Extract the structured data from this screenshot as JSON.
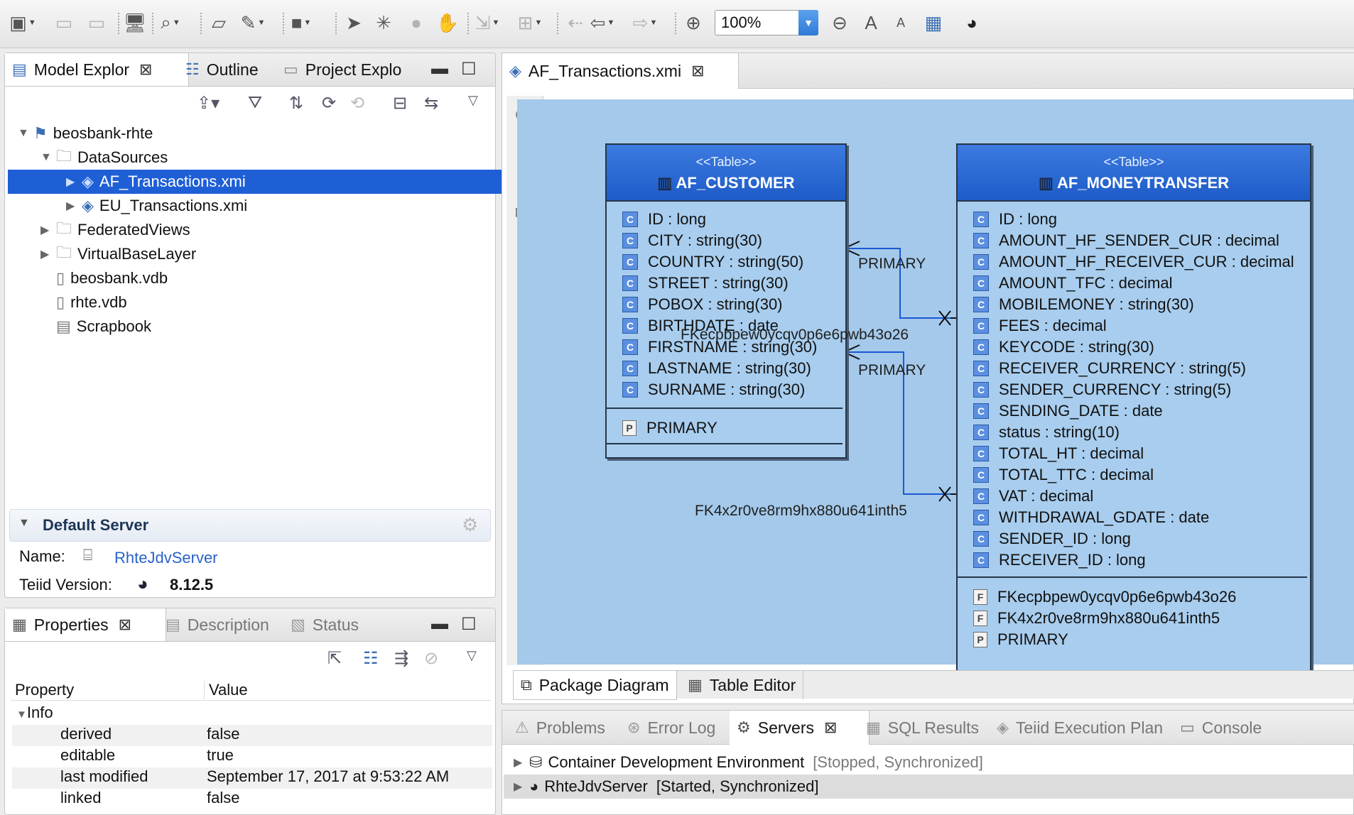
{
  "toolbar": {
    "zoom": "100%"
  },
  "model_explorer": {
    "tabs": [
      "Model Explor",
      "Outline",
      "Project Explo"
    ],
    "tree": [
      {
        "label": "beosbank-rhte",
        "level": 0,
        "expanded": true
      },
      {
        "label": "DataSources",
        "level": 1,
        "expanded": true
      },
      {
        "label": "AF_Transactions.xmi",
        "level": 2,
        "selected": true
      },
      {
        "label": "EU_Transactions.xmi",
        "level": 2
      },
      {
        "label": "FederatedViews",
        "level": 1
      },
      {
        "label": "VirtualBaseLayer",
        "level": 1
      },
      {
        "label": "beosbank.vdb",
        "level": 1
      },
      {
        "label": "rhte.vdb",
        "level": 1
      },
      {
        "label": "Scrapbook",
        "level": 1
      }
    ],
    "server": {
      "title": "Default Server",
      "name_label": "Name:",
      "name_value": "RhteJdvServer",
      "version_label": "Teiid Version:",
      "version_value": "8.12.5"
    }
  },
  "properties_panel": {
    "tabs": [
      "Properties",
      "Description",
      "Status"
    ],
    "headers": [
      "Property",
      "Value"
    ],
    "group": "Info",
    "rows": [
      {
        "name": "derived",
        "value": "false"
      },
      {
        "name": "editable",
        "value": "true"
      },
      {
        "name": "last modified",
        "value": "September 17, 2017 at 9:53:22 AM"
      },
      {
        "name": "linked",
        "value": "false"
      }
    ]
  },
  "editor": {
    "tab": "AF_Transactions.xmi",
    "bottom_tabs": [
      "Package Diagram",
      "Table Editor"
    ],
    "tables": {
      "customer": {
        "stereotype": "<<Table>>",
        "name": "AF_CUSTOMER",
        "columns": [
          "ID : long",
          "CITY : string(30)",
          "COUNTRY : string(50)",
          "STREET : string(30)",
          "POBOX : string(30)",
          "BIRTHDATE : date",
          "FIRSTNAME : string(30)",
          "LASTNAME : string(30)",
          "SURNAME : string(30)"
        ],
        "keys": [
          {
            "type": "P",
            "name": "PRIMARY"
          }
        ]
      },
      "moneytransfer": {
        "stereotype": "<<Table>>",
        "name": "AF_MONEYTRANSFER",
        "columns": [
          "ID : long",
          "AMOUNT_HF_SENDER_CUR : decimal",
          "AMOUNT_HF_RECEIVER_CUR : decimal",
          "AMOUNT_TFC : decimal",
          "MOBILEMONEY : string(30)",
          "FEES : decimal",
          "KEYCODE : string(30)",
          "RECEIVER_CURRENCY : string(5)",
          "SENDER_CURRENCY : string(5)",
          "SENDING_DATE : date",
          "status : string(10)",
          "TOTAL_HT : decimal",
          "TOTAL_TTC : decimal",
          "VAT : decimal",
          "WITHDRAWAL_GDATE : date",
          "SENDER_ID : long",
          "RECEIVER_ID : long"
        ],
        "keys": [
          {
            "type": "F",
            "name": "FKecpbpew0ycqv0p6e6pwb43o26"
          },
          {
            "type": "F",
            "name": "FK4x2r0ve8rm9hx880u641inth5"
          },
          {
            "type": "P",
            "name": "PRIMARY"
          }
        ]
      }
    },
    "relations": [
      {
        "target_label": "PRIMARY",
        "fk_label": "FKecpbpew0ycqv0p6e6pwb43o26"
      },
      {
        "target_label": "PRIMARY",
        "fk_label": "FK4x2r0ve8rm9hx880u641inth5"
      }
    ]
  },
  "servers_view": {
    "tabs": [
      "Problems",
      "Error Log",
      "Servers",
      "SQL Results",
      "Teiid Execution Plan",
      "Console"
    ],
    "active_tab": "Servers",
    "servers": [
      {
        "name": "Container Development Environment",
        "status": "[Stopped, Synchronized]"
      },
      {
        "name": "RhteJdvServer",
        "status": "[Started, Synchronized]"
      }
    ]
  }
}
